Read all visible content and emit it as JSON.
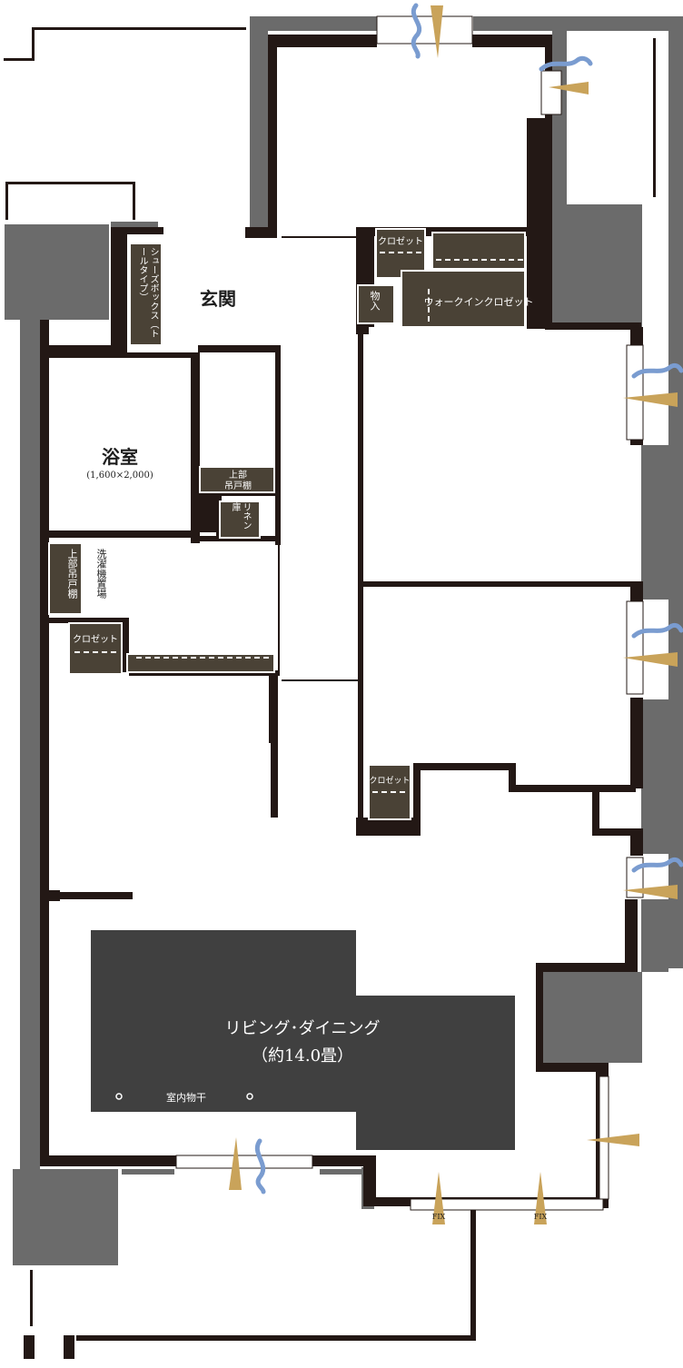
{
  "rooms": {
    "entrance": "玄関",
    "bathroom": "浴室",
    "bathroom_size": "(1,600×2,000)",
    "living_dining": "リビング･ダイニング",
    "living_dining_size": "（約14.0畳）",
    "indoor_drying": "室内物干"
  },
  "storage": {
    "shoe_box": "シューズボックス（トールタイプ）",
    "closet_top": "クロゼット",
    "storeroom": "物入",
    "walk_in_closet": "ウォークインクロゼット",
    "upper_cabinet_1": "上部",
    "upper_cabinet_2": "吊戸棚",
    "linen_cabinet": "リネン庫",
    "upper_cabinet_vertical": "上部吊戸棚",
    "washer_space": "洗濯機置場",
    "closet_left": "クロゼット",
    "closet_middle": "クロゼット"
  },
  "marks": {
    "fix_1": "FIX",
    "fix_2": "FIX"
  },
  "colors": {
    "wall": "#231815",
    "storage": "#4a4236",
    "floor_dark": "#404040",
    "balcony": "#6b6b6b",
    "wind": "#7a9cd0",
    "light": "#c9a35a"
  }
}
